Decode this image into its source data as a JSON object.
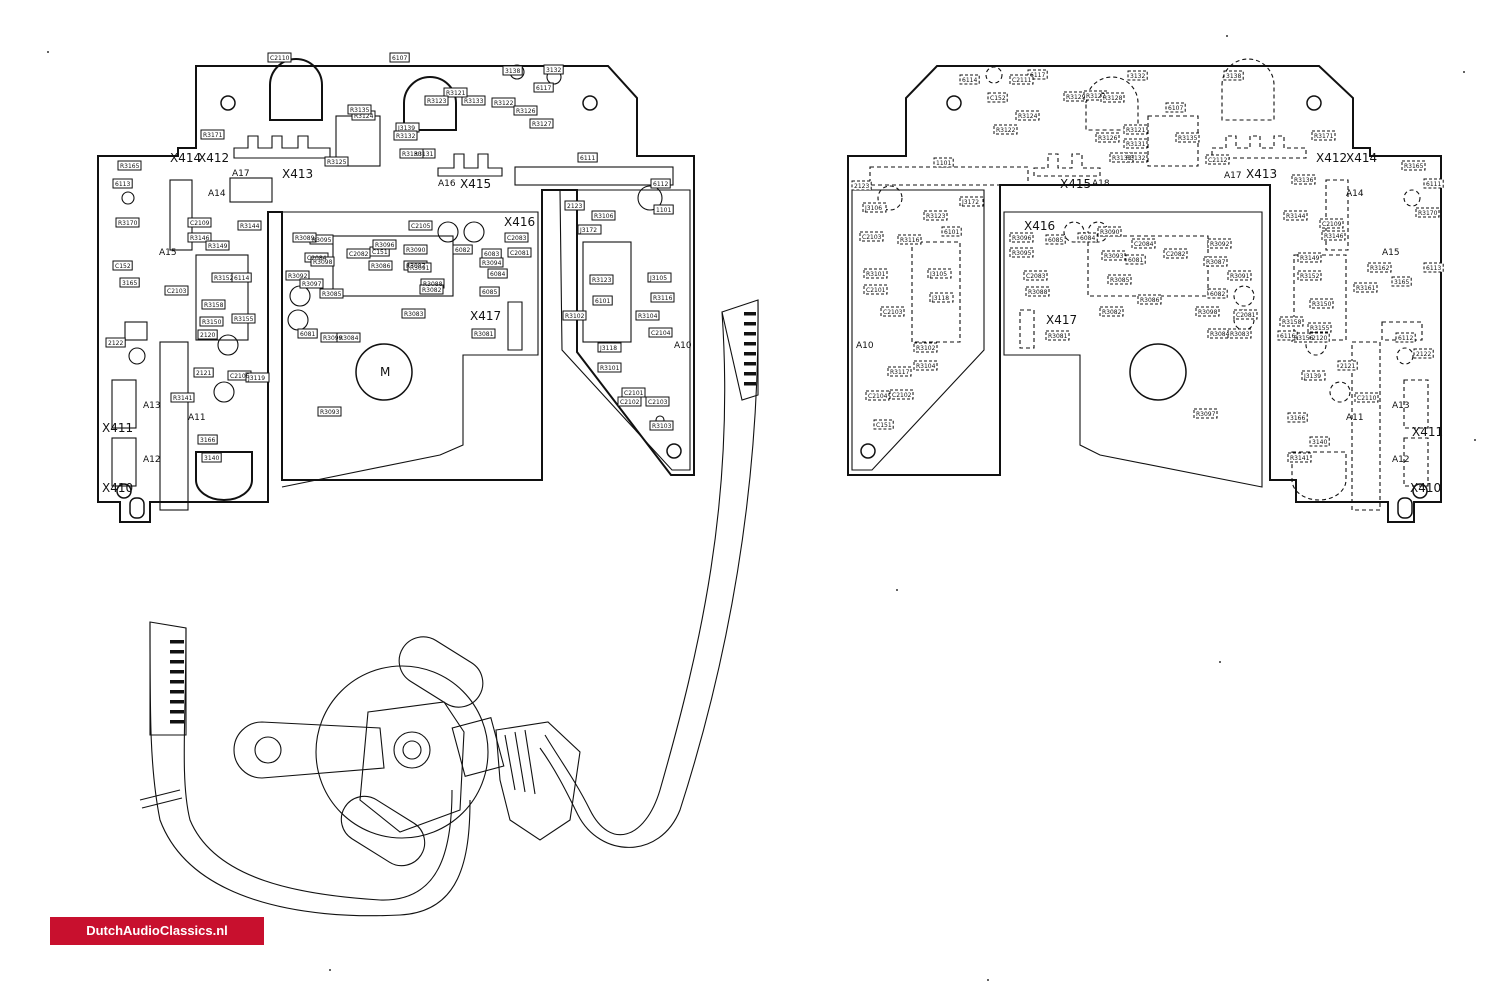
{
  "brand": {
    "watermark": "DutchAudioClassics.nl",
    "badge_color": "#c8102e"
  },
  "left_board": {
    "connectors": [
      "X414",
      "X412",
      "X413",
      "X415",
      "X416",
      "X417",
      "X411",
      "X410"
    ],
    "areas": [
      "A17",
      "A16",
      "A14",
      "A15",
      "A13",
      "A12",
      "A11",
      "A10"
    ],
    "components": [
      "R3171",
      "R3165",
      "R3170",
      "C2109",
      "R3146",
      "R3149",
      "R3144",
      "C2103",
      "R3152",
      "R3158",
      "R3155",
      "R3150",
      "6114",
      "2122",
      "2120",
      "2121",
      "3165",
      "3166",
      "3140",
      "R3141",
      "C2106",
      "J3139",
      "R3131",
      "R3130",
      "R3132",
      "R3133",
      "R3121",
      "R3122",
      "R3126",
      "R3127",
      "R3123",
      "R3124",
      "R3125",
      "R3135",
      "C2110",
      "6107",
      "3138",
      "3132",
      "6117",
      "6113",
      "C152",
      "6111",
      "6112",
      "1101",
      "2123",
      "R3106",
      "J3172",
      "R3123",
      "6101",
      "J3105",
      "J3118",
      "R3101",
      "R3102",
      "R3104",
      "R3116",
      "C2103",
      "C2101",
      "C2104",
      "C2102",
      "R3103",
      "C2105",
      "C151",
      "R3096",
      "R3095",
      "C2084",
      "C2083",
      "C2082",
      "R3098",
      "R3090",
      "R3087",
      "R3088",
      "R3089",
      "R3086",
      "R3092",
      "R3093",
      "R3091",
      "R3097",
      "6081",
      "6082",
      "6083",
      "6084",
      "6085",
      "C2081",
      "R3094",
      "R3099",
      "R3084",
      "R3083",
      "R3082",
      "R3085",
      "R3081",
      "J3119"
    ],
    "motor_label": "M"
  },
  "right_board": {
    "connectors": [
      "X416",
      "X415",
      "X417",
      "X413",
      "X412",
      "X414",
      "X411",
      "X410"
    ],
    "areas": [
      "A18",
      "A17",
      "A14",
      "A15",
      "A13",
      "A12",
      "A11",
      "A10"
    ],
    "components": [
      "6114",
      "6117",
      "C2111",
      "C152",
      "3132",
      "3138",
      "R3129",
      "R3127",
      "R3128",
      "R3122",
      "R3124",
      "R3121",
      "R3131",
      "R3132",
      "R3133",
      "R3126",
      "R3135",
      "6107",
      "C2112",
      "R3171",
      "1101",
      "2123",
      "J3106",
      "R3123",
      "J3172",
      "6101",
      "C2103",
      "R3116",
      "J3105",
      "R3101",
      "C2101",
      "C2103",
      "J3118",
      "R3102",
      "R3104",
      "R3117",
      "C2104",
      "C2102",
      "C151",
      "R3096",
      "R3095",
      "6085",
      "6084",
      "R3090",
      "C2084",
      "R3093",
      "C2082",
      "R3092",
      "R3087",
      "C2083",
      "R3088",
      "R3085",
      "R3086",
      "R3091",
      "6082",
      "C2081",
      "R3098",
      "R3082",
      "R3084",
      "R3083",
      "6081",
      "R3081",
      "R3097",
      "R3136",
      "R3144",
      "C2109",
      "R3146",
      "R3149",
      "R3152",
      "R3161",
      "R3162",
      "R3150",
      "R3158",
      "R3155",
      "R3156",
      "6116",
      "6112",
      "2120",
      "2121",
      "2122",
      "J3139",
      "C2110",
      "3140",
      "3165",
      "3166",
      "R3141",
      "R3170",
      "R3165",
      "6111",
      "6113"
    ]
  }
}
